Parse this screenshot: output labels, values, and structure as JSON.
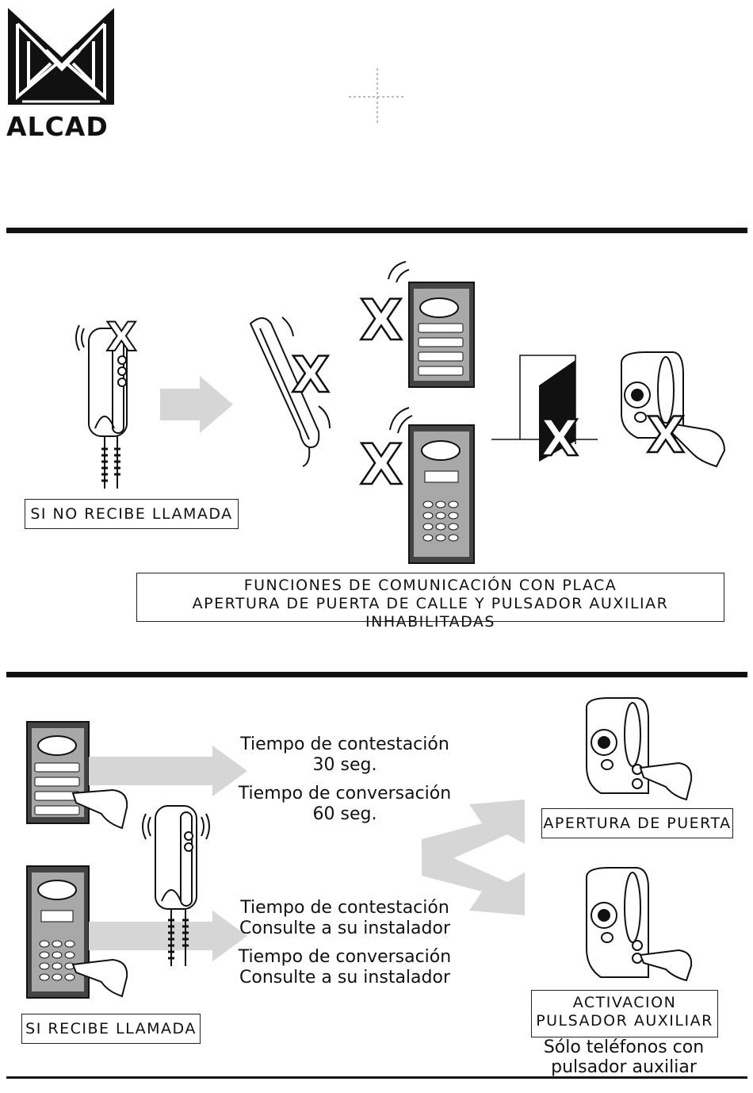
{
  "brand": {
    "name": "ALCAD"
  },
  "top_section": {
    "label": "SI NO RECIBE LLAMADA",
    "notice": {
      "line1": "FUNCIONES DE COMUNICACIÓN CON PLACA",
      "line2": "APERTURA DE PUERTA DE CALLE Y PULSADOR AUXILIAR INHABILITADAS"
    }
  },
  "bottom_section": {
    "label": "SI RECIBE LLAMADA",
    "panel1": {
      "line1": "Tiempo de contestación",
      "line2": "30 seg.",
      "line3": "Tiempo de conversación",
      "line4": "60 seg."
    },
    "panel2": {
      "line1": "Tiempo de contestación",
      "line2": "Consulte a su instalador",
      "line3": "Tiempo de conversación",
      "line4": "Consulte a su instalador"
    },
    "door_open": "APERTURA DE PUERTA",
    "aux": {
      "line1": "ACTIVACION",
      "line2": "PULSADOR AUXILIAR"
    },
    "aux_note": {
      "line1": "Sólo teléfonos con",
      "line2": "pulsador auxiliar"
    }
  },
  "colors": {
    "ink": "#111111",
    "arrow": "#d6d6d6",
    "panel": "#9a9a9a"
  }
}
